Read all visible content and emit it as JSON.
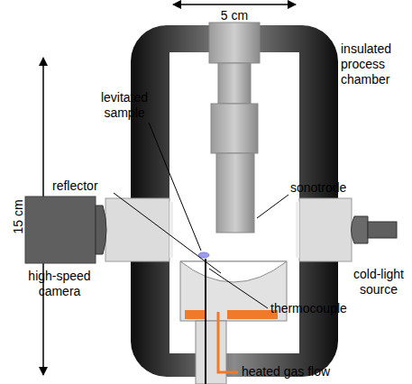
{
  "diagram": {
    "labels": [
      "5 cm",
      "15 cm",
      "insulated process chamber",
      "levitated sample",
      "sonotrode",
      "reflector",
      "high-speed camera",
      "cold-light source",
      "thermocouple",
      "heated gas flow"
    ]
  }
}
